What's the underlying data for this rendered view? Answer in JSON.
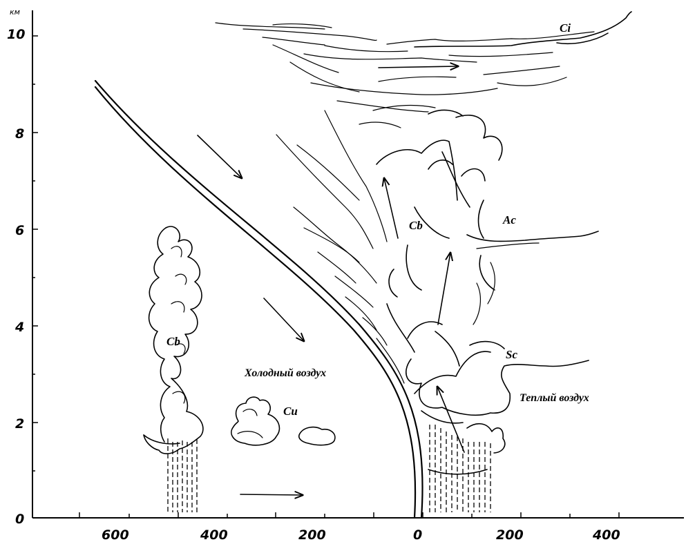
{
  "y_axis": {
    "unit": "км",
    "ticks": [
      "0",
      "2",
      "4",
      "6",
      "8",
      "10"
    ]
  },
  "x_axis": {
    "ticks": [
      "600",
      "400",
      "200",
      "0",
      "200",
      "400"
    ]
  },
  "cloud_labels": {
    "ci": "Ci",
    "ac": "Ac",
    "cb_front": "Cb",
    "sc": "Sc",
    "cb_isolated": "Cb",
    "cu": "Cu"
  },
  "air_labels": {
    "cold": "Холодный воздух",
    "warm": "Теплый воздух"
  }
}
